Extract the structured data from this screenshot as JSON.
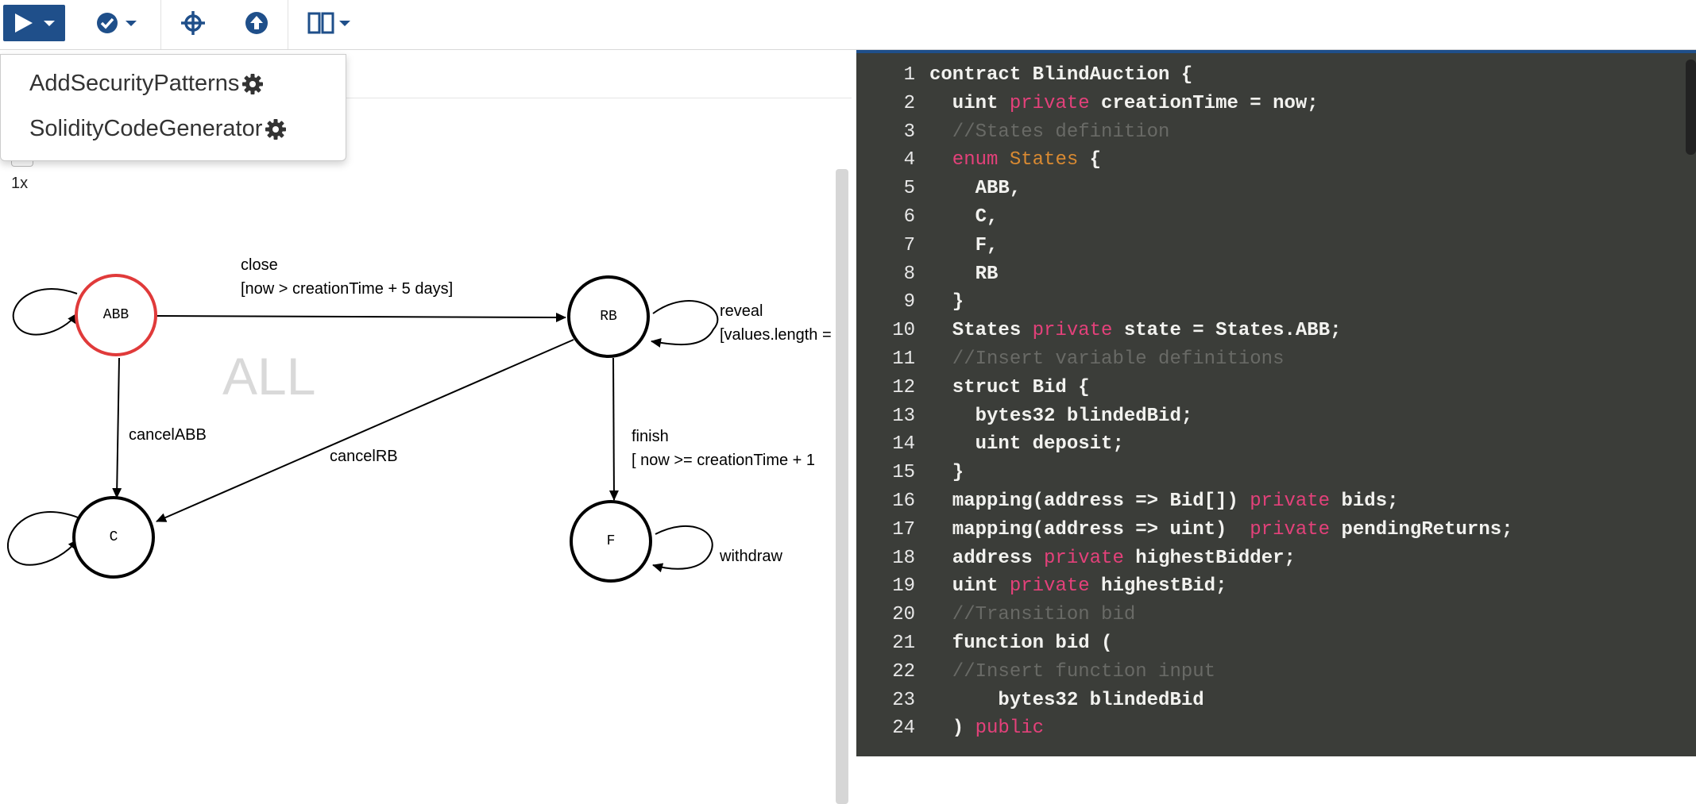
{
  "toolbar": {
    "buttons": [
      {
        "icon": "play-icon"
      },
      {
        "icon": "check-circle-icon"
      },
      {
        "icon": "crosshair-icon"
      },
      {
        "icon": "upload-icon"
      },
      {
        "icon": "columns-icon"
      }
    ],
    "accent": "#1f4f8a"
  },
  "menu": {
    "items": [
      "AddSecurityPatterns",
      "SolidityCodeGenerator"
    ]
  },
  "canvas": {
    "zoom": "1x",
    "watermark": "ALL",
    "states": [
      "ABB",
      "RB",
      "C",
      "F"
    ],
    "active_state": "ABB",
    "active_color": "#e03a3a",
    "transitions": {
      "close": "close",
      "close_guard": "[now > creationTime + 5 days]",
      "reveal": "reveal",
      "reveal_guard": "[values.length =",
      "cancelABB": "cancelABB",
      "cancelRB": "cancelRB",
      "finish": "finish",
      "finish_guard": "[ now >= creationTime + 1",
      "withdraw": "withdraw"
    }
  },
  "editor": {
    "background": "#3b3d39",
    "lines": [
      {
        "n": "1",
        "html": "contract BlindAuction {",
        "segs": [
          [
            "",
            "contract BlindAuction {"
          ]
        ]
      },
      {
        "n": "2",
        "segs": [
          [
            "",
            "  uint "
          ],
          [
            "kw",
            "private"
          ],
          [
            "",
            " creationTime = now;"
          ]
        ]
      },
      {
        "n": "3",
        "segs": [
          [
            "cm",
            "  //States definition"
          ]
        ]
      },
      {
        "n": "4",
        "segs": [
          [
            "kw",
            "  enum "
          ],
          [
            "ty",
            "States"
          ],
          [
            "",
            " {"
          ]
        ]
      },
      {
        "n": "5",
        "segs": [
          [
            "",
            "    ABB,"
          ]
        ]
      },
      {
        "n": "6",
        "segs": [
          [
            "",
            "    C,"
          ]
        ]
      },
      {
        "n": "7",
        "segs": [
          [
            "",
            "    F,"
          ]
        ]
      },
      {
        "n": "8",
        "segs": [
          [
            "",
            "    RB"
          ]
        ]
      },
      {
        "n": "9",
        "segs": [
          [
            "",
            "  }"
          ]
        ]
      },
      {
        "n": "10",
        "segs": [
          [
            "",
            "  States "
          ],
          [
            "kw",
            "private"
          ],
          [
            "",
            " state = States.ABB;"
          ]
        ]
      },
      {
        "n": "11",
        "segs": [
          [
            "cm",
            "  //Insert variable definitions"
          ]
        ]
      },
      {
        "n": "12",
        "segs": [
          [
            "",
            "  struct Bid {"
          ]
        ]
      },
      {
        "n": "13",
        "segs": [
          [
            "",
            "    bytes32 blindedBid;"
          ]
        ]
      },
      {
        "n": "14",
        "segs": [
          [
            "",
            "    uint deposit;"
          ]
        ]
      },
      {
        "n": "15",
        "segs": [
          [
            "",
            "  }"
          ]
        ]
      },
      {
        "n": "16",
        "segs": [
          [
            "",
            "  mapping(address => Bid[]) "
          ],
          [
            "kw",
            "private"
          ],
          [
            "",
            " bids;"
          ]
        ]
      },
      {
        "n": "17",
        "segs": [
          [
            "",
            "  mapping(address => uint)  "
          ],
          [
            "kw",
            "private"
          ],
          [
            "",
            " pendingReturns;"
          ]
        ]
      },
      {
        "n": "18",
        "segs": [
          [
            "",
            "  address "
          ],
          [
            "kw",
            "private"
          ],
          [
            "",
            " highestBidder;"
          ]
        ]
      },
      {
        "n": "19",
        "segs": [
          [
            "",
            "  uint "
          ],
          [
            "kw",
            "private"
          ],
          [
            "",
            " highestBid;"
          ]
        ]
      },
      {
        "n": "20",
        "segs": [
          [
            "cm",
            "  //Transition bid"
          ]
        ]
      },
      {
        "n": "21",
        "segs": [
          [
            "",
            "  function bid ("
          ]
        ]
      },
      {
        "n": "22",
        "segs": [
          [
            "cm",
            "  //Insert function input"
          ]
        ]
      },
      {
        "n": "23",
        "segs": [
          [
            "",
            "      bytes32 blindedBid"
          ]
        ]
      },
      {
        "n": "24",
        "segs": [
          [
            "",
            "  ) "
          ],
          [
            "kw",
            "public"
          ]
        ]
      }
    ]
  }
}
